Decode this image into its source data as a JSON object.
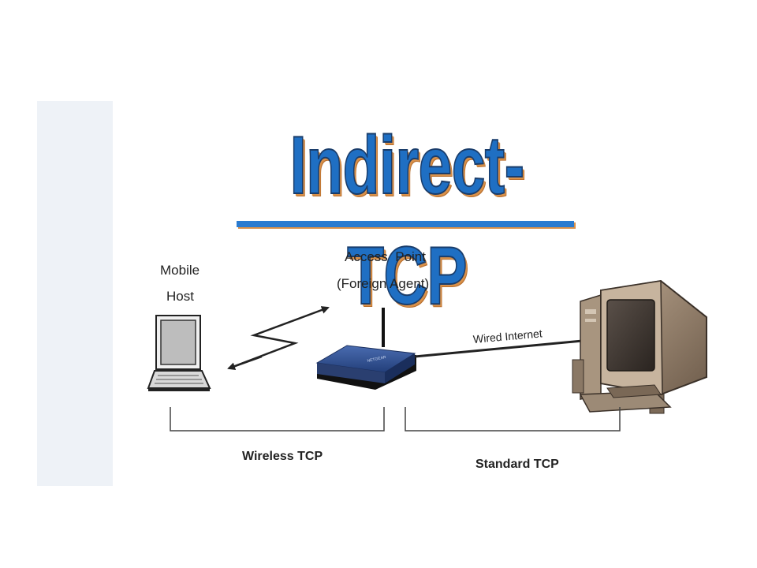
{
  "slide": {
    "title": "Indirect-TCP"
  },
  "diagram": {
    "mobile_host_label_line1": "Mobile",
    "mobile_host_label_line2": "Host",
    "access_point_label_line1": "Access  Point",
    "access_point_label_line2": "(Foreign Agent)",
    "wired_link_label": "Wired Internet",
    "wireless_segment_label": "Wireless TCP",
    "standard_segment_label": "Standard TCP",
    "router_brand_text": "NETGEAR"
  },
  "colors": {
    "title_fill": "#1f6fc3",
    "title_shadow": "#d9914a",
    "router_body": "#2f4f8f",
    "side_panel": "#eef2f7"
  }
}
